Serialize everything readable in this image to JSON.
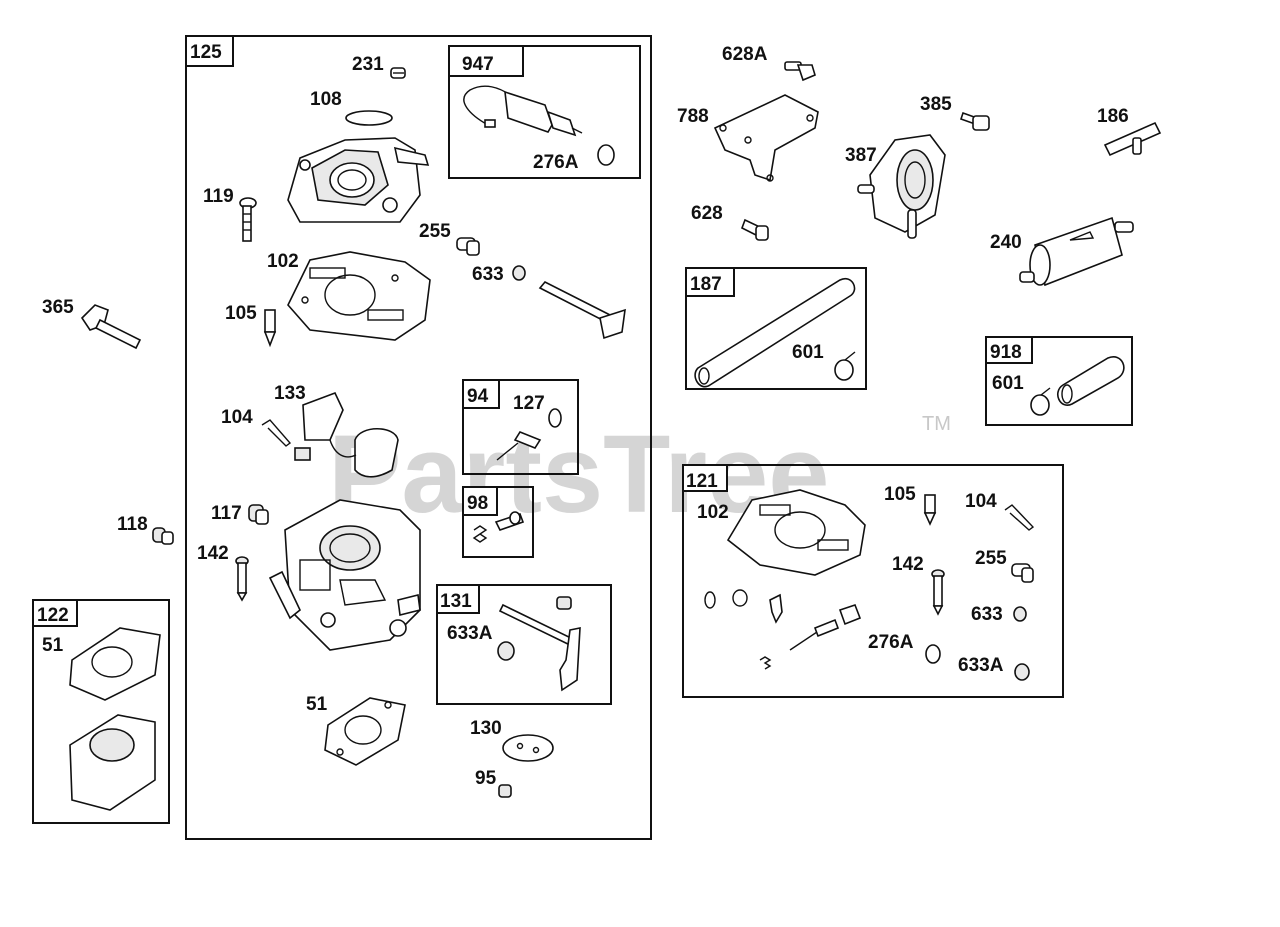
{
  "watermark": {
    "text": "PartsTree",
    "trademark": "TM"
  },
  "kits": {
    "k125": "125",
    "k947": "947",
    "k94": "94",
    "k98": "98",
    "k131": "131",
    "k187": "187",
    "k918": "918",
    "k121": "121",
    "k122": "122"
  },
  "labels": {
    "p231": "231",
    "p108": "108",
    "p119": "119",
    "p276a_947": "276A",
    "p255": "255",
    "p102": "102",
    "p633": "633",
    "p105": "105",
    "p365": "365",
    "p133": "133",
    "p104": "104",
    "p127": "127",
    "p117": "117",
    "p118": "118",
    "p142": "142",
    "p633a_131": "633A",
    "p51_125": "51",
    "p130": "130",
    "p95": "95",
    "p51_122": "51",
    "p628a": "628A",
    "p788": "788",
    "p385": "385",
    "p186": "186",
    "p387": "387",
    "p628": "628",
    "p240": "240",
    "p601_187": "601",
    "p601_918": "601",
    "k121_102": "102",
    "k121_105": "105",
    "k121_104": "104",
    "k121_142": "142",
    "k121_255": "255",
    "k121_633": "633",
    "k121_276a": "276A",
    "k121_633a": "633A"
  }
}
